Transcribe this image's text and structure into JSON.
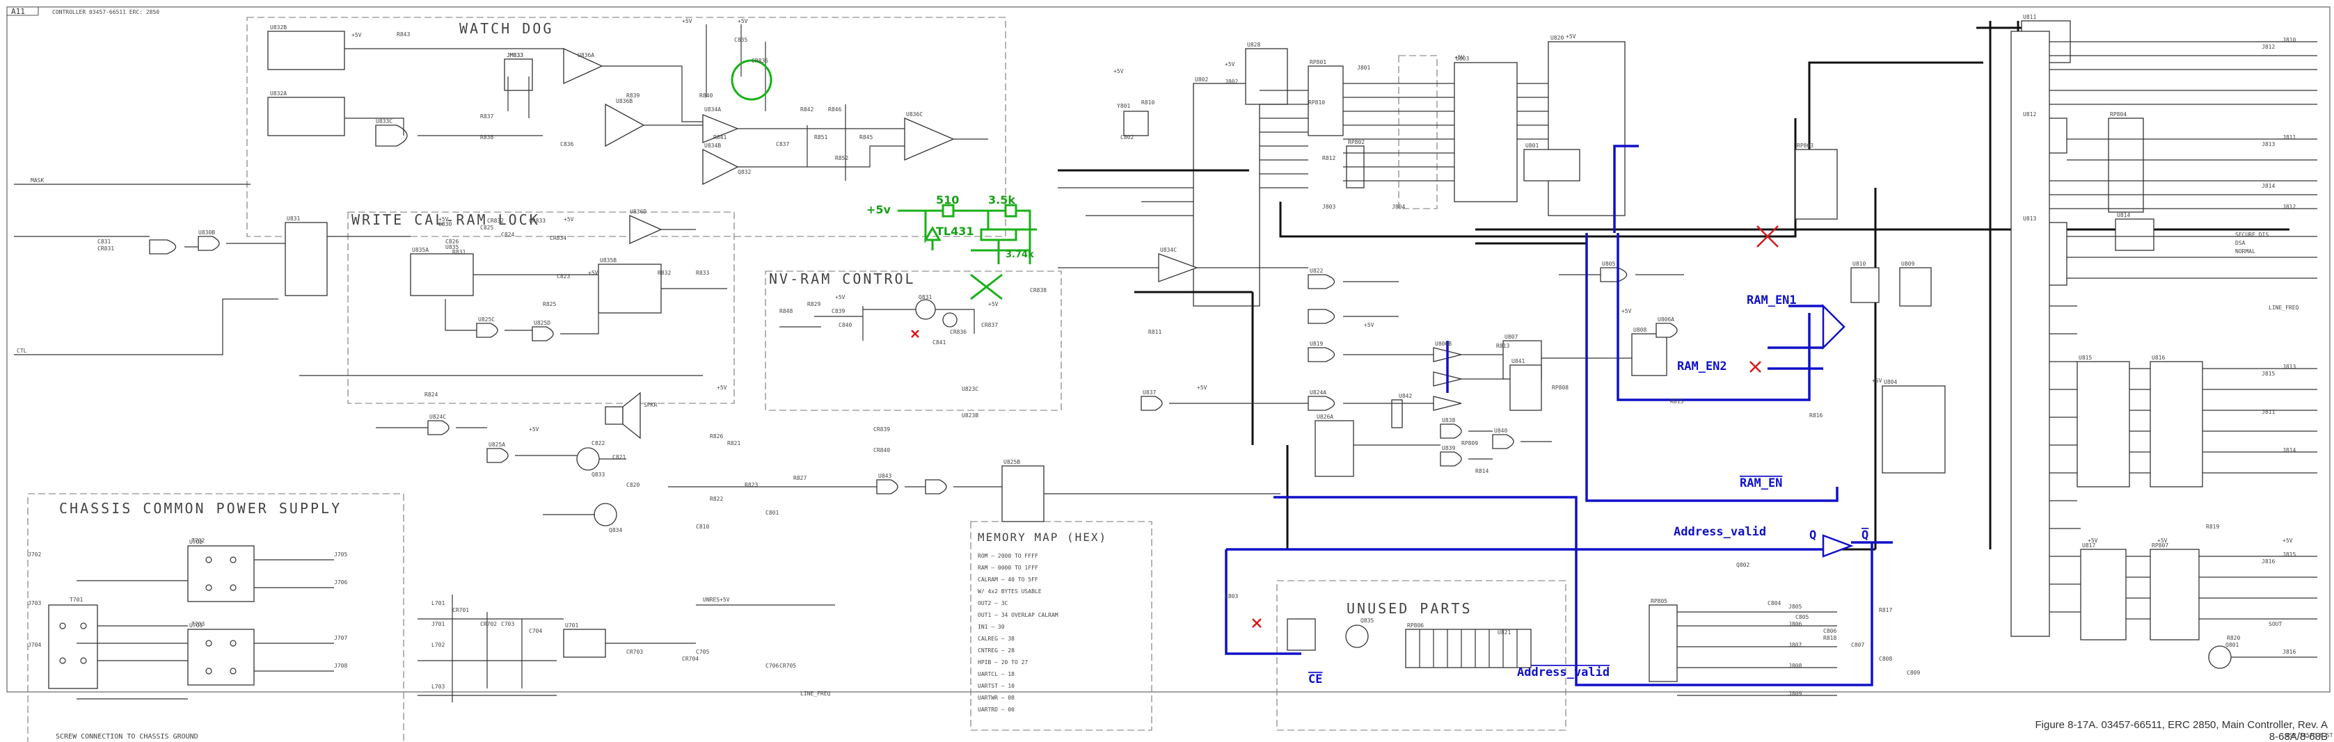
{
  "header": {
    "sheet_id": "A11",
    "controller_label": "CONTROLLER 03457-66511 ERC: 2850"
  },
  "sections": {
    "watchdog": "WATCH DOG",
    "write_cal_ram_lock": "WRITE CAL-RAM LOCK",
    "nv_ram_control": "NV-RAM CONTROL",
    "chassis_power": "CHASSIS COMMON POWER SUPPLY",
    "unused_parts": "UNUSED PARTS",
    "screw_note": "SCREW CONNECTION TO CHASSIS GROUND"
  },
  "memory_map": {
    "title": "MEMORY MAP (HEX)",
    "rows": [
      "ROM     — 2000 TO FFFF",
      "RAM     — 0000 TO 1FFF",
      "CALRAM  — 40 TO 5FF",
      "          W/ 4x2 BYTES USABLE",
      "OUT2    — 3C",
      "OUT1    — 34  OVERLAP CALRAM",
      "IN1     — 30",
      "CALREG  — 38",
      "CNTREG  — 28",
      "HPIB    — 20 TO 27",
      "UARTCL  — 18",
      "UARTST  — 10",
      "UARTWR  — 08",
      "UARTRD  — 00"
    ]
  },
  "annotations": {
    "blue": {
      "ram_en1": "RAM_EN1",
      "ram_en2": "RAM_EN2",
      "ram_en": "RAM_EN",
      "address_valid_top": "Address_valid",
      "address_valid_bottom": "Address_valid",
      "ce": "CE",
      "q": "Q",
      "q_bar": "Q"
    },
    "green": {
      "supply": "+5v",
      "r1": "510",
      "r2": "3.5k",
      "ic": "TL431",
      "r3": "3.74k"
    }
  },
  "components": {
    "chips": [
      "U832B",
      "U832A",
      "JM833",
      "U836A",
      "U836B",
      "U834A",
      "U834B",
      "U836C",
      "U833C",
      "U830B",
      "U831",
      "U835A",
      "U835B",
      "U836D",
      "U825C",
      "U825D",
      "U835",
      "U834C",
      "U823C",
      "U823B",
      "U822",
      "U821",
      "U820",
      "U803",
      "U802",
      "U801",
      "U804",
      "U805",
      "U806A",
      "U806B",
      "U807",
      "U808",
      "U809",
      "U810",
      "U811",
      "U812",
      "U813",
      "U814",
      "U815",
      "U816",
      "U817",
      "U819",
      "U824A",
      "U824C",
      "U825A",
      "U825B",
      "U826A",
      "U828",
      "U837",
      "U838",
      "U839",
      "U840",
      "U841",
      "U842",
      "U843",
      "U701",
      "U702",
      "U703"
    ],
    "resistors": [
      "R843",
      "R837",
      "R838",
      "R839",
      "R840",
      "R841",
      "R842",
      "R846",
      "R851",
      "R852",
      "R845",
      "R848",
      "R829",
      "R831",
      "R832",
      "R833",
      "R825",
      "R824",
      "R826",
      "R821",
      "R822",
      "R823",
      "R827",
      "R810",
      "R811",
      "R812",
      "R813",
      "R814",
      "R815",
      "R816",
      "R817",
      "R818",
      "R819",
      "R820"
    ],
    "capacitors": [
      "C835",
      "C836",
      "C837",
      "C839",
      "C840",
      "C841",
      "C831",
      "C830",
      "C826",
      "C825",
      "C824",
      "C823",
      "C822",
      "C821",
      "C820",
      "C810",
      "C801",
      "C802",
      "C803",
      "C804",
      "C805",
      "C806",
      "C807",
      "C808",
      "C809",
      "C703",
      "C704",
      "C705",
      "C706"
    ],
    "connectors": [
      "JM833",
      "J701",
      "J702",
      "J703",
      "J704",
      "J705",
      "J706",
      "J707",
      "J708",
      "J801",
      "J802",
      "J803",
      "J804",
      "J805",
      "J806",
      "J807",
      "J808",
      "J809",
      "J810",
      "J811",
      "J812",
      "J813",
      "J814",
      "J815",
      "J816"
    ],
    "diodes": [
      "CR831",
      "CR832",
      "CR833",
      "CR834",
      "CR835",
      "CR836",
      "CR837",
      "CR838",
      "CR839",
      "CR840",
      "CR701",
      "CR702",
      "CR703",
      "CR704",
      "CR705"
    ],
    "transistors": [
      "Q831",
      "Q832",
      "Q833",
      "Q834",
      "Q835",
      "Q801",
      "Q802"
    ],
    "inductors": [
      "L701",
      "L702",
      "L703"
    ],
    "crystals": [
      "Y801"
    ],
    "transformers": [
      "T701",
      "T702",
      "T703"
    ],
    "resistor_packs": [
      "RP801",
      "RP802",
      "RP803",
      "RP804",
      "RP805",
      "RP806",
      "RP807",
      "RP808",
      "RP809",
      "RP810"
    ]
  },
  "signals_left": [
    "MASK",
    "CTL",
    "UNRES+5V",
    "LINE_FREQ",
    "SPKR"
  ],
  "signals_right": [
    "J812",
    "J813",
    "J814",
    "J815",
    "J816",
    "J811",
    "SECURE DIS",
    "DSA",
    "NORMAL",
    "SOUT",
    "LINE_FREQ"
  ],
  "power_labels": [
    "+5V",
    "+5V",
    "+5V",
    "+5V",
    "+5V",
    "+5V",
    "+5V",
    "+5V",
    "+5V",
    "+5V",
    "+5V",
    "+5V",
    "+5V",
    "+5V",
    "+5V",
    "+5V",
    "+5V",
    "+5V",
    "+5V",
    "+5V",
    "+5V"
  ],
  "footer": {
    "revision": "ESP 3457E 6.ST.1ia",
    "caption_line1": "Figure 8-17A. 03457-66511, ERC 2850, Main Controller, Rev. A",
    "caption_line2": "8-68A/8-68B"
  }
}
